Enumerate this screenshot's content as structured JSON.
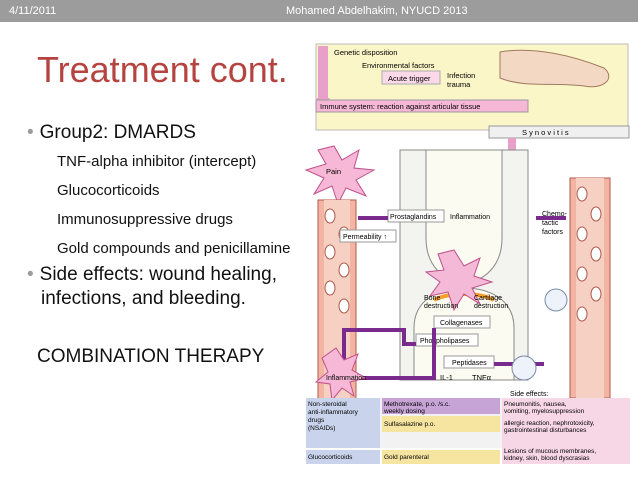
{
  "header": {
    "date": "4/11/2011",
    "author": "Mohamed Abdelhakim, NYUCD 2013"
  },
  "title": "Treatment cont.",
  "bullets": {
    "group": "Group2:   DMARDS",
    "items": [
      "TNF-alpha inhibitor (intercept)",
      "Glucocorticoids",
      "Immunosuppressive drugs",
      "Gold compounds and penicillamine"
    ],
    "side_effects_1": "Side effects: wound healing,",
    "side_effects_2": "infections, and bleeding.",
    "combination": "COMBINATION THERAPY"
  },
  "figure": {
    "genetic": "Genetic disposition",
    "environmental": "Environmental factors",
    "acute": "Acute trigger",
    "infection": "Infection",
    "trauma": "trauma",
    "immune": "Immune system: reaction against articular tissue",
    "synovitis": "S y n o v i t i s",
    "pain": "Pain",
    "prostaglandins": "Prostaglandins",
    "inflammation": "Inflammation",
    "chemo1": "Chemo-",
    "chemo2": "tactic",
    "chemo3": "factors",
    "permeability": "Permeability ↑",
    "bone1": "Bone",
    "bone2": "destruction",
    "cart1": "Cartilage",
    "cart2": "destruction",
    "collagenases": "Collagenases",
    "phospholipases": "Phospholipases",
    "peptidases": "Peptidases",
    "il1": "IL-1",
    "tnf": "TNFα",
    "inflammation_bottom": "Inflammation",
    "side_effects_label": "Side effects:",
    "table": [
      [
        "Non-steroidal anti-inflammatory drugs (NSAIDs)",
        "Methotrexate, p.o. /s.c. weekly dosing",
        "Pneumonitis, nausea, vomiting, myelosuppression"
      ],
      [
        "",
        "Sulfasalazine p.o.",
        "allergic reaction, nephrotoxicity, gastrointestinal disturbances"
      ],
      [
        "Glucocorticoids",
        "Gold parenteral",
        "Lesions of mucous membranes, kidney, skin, blood dyscrasias"
      ]
    ]
  },
  "colors": {
    "title": "#b5433f",
    "header_bg": "#9c9c9c",
    "drug_purple": "#7a2a8c",
    "pink": "#e8a0c8",
    "yellow": "#fbf6c8"
  }
}
